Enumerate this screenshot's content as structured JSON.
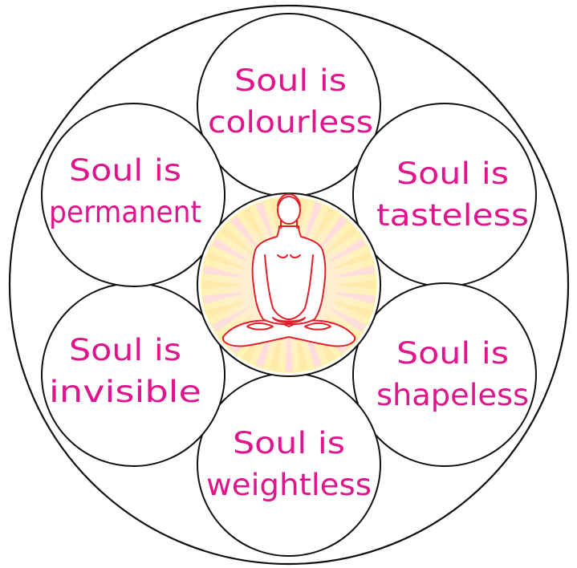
{
  "colors": {
    "text": "#E0148C",
    "stroke": "#111111",
    "figure_outline": "#E0202A",
    "glow_inner": "#FFE7EC",
    "glow_outer": "#FFF3B0"
  },
  "center": {
    "icon": "meditating-figure-icon"
  },
  "segments": [
    {
      "line1": "Soul is",
      "line2": "colourless"
    },
    {
      "line1": "Soul is",
      "line2": "tasteless"
    },
    {
      "line1": "Soul is",
      "line2": "shapeless"
    },
    {
      "line1": "Soul is",
      "line2": "weightless"
    },
    {
      "line1": "Soul is",
      "line2": "invisible"
    },
    {
      "line1": "Soul is",
      "line2": "permanent"
    }
  ]
}
